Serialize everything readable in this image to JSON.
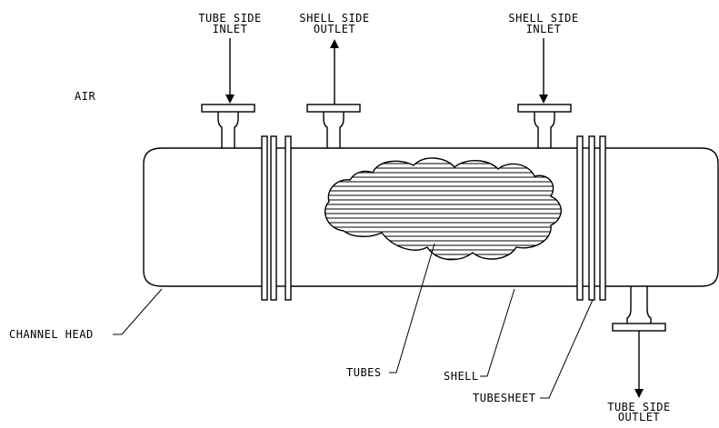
{
  "labels": {
    "tube_side_inlet_1": "TUBE SIDE",
    "tube_side_inlet_2": "INLET",
    "shell_side_outlet_1": "SHELL SIDE",
    "shell_side_outlet_2": "OUTLET",
    "shell_side_inlet_1": "SHELL SIDE",
    "shell_side_inlet_2": "INLET",
    "air": "AIR",
    "channel_head": "CHANNEL HEAD",
    "tubes": "TUBES",
    "shell": "SHELL",
    "tubesheet": "TUBESHEET",
    "tube_side_outlet_1": "TUBE SIDE",
    "tube_side_outlet_2": "OUTLET"
  },
  "colors": {
    "line": "#000000",
    "background": "#ffffff"
  }
}
